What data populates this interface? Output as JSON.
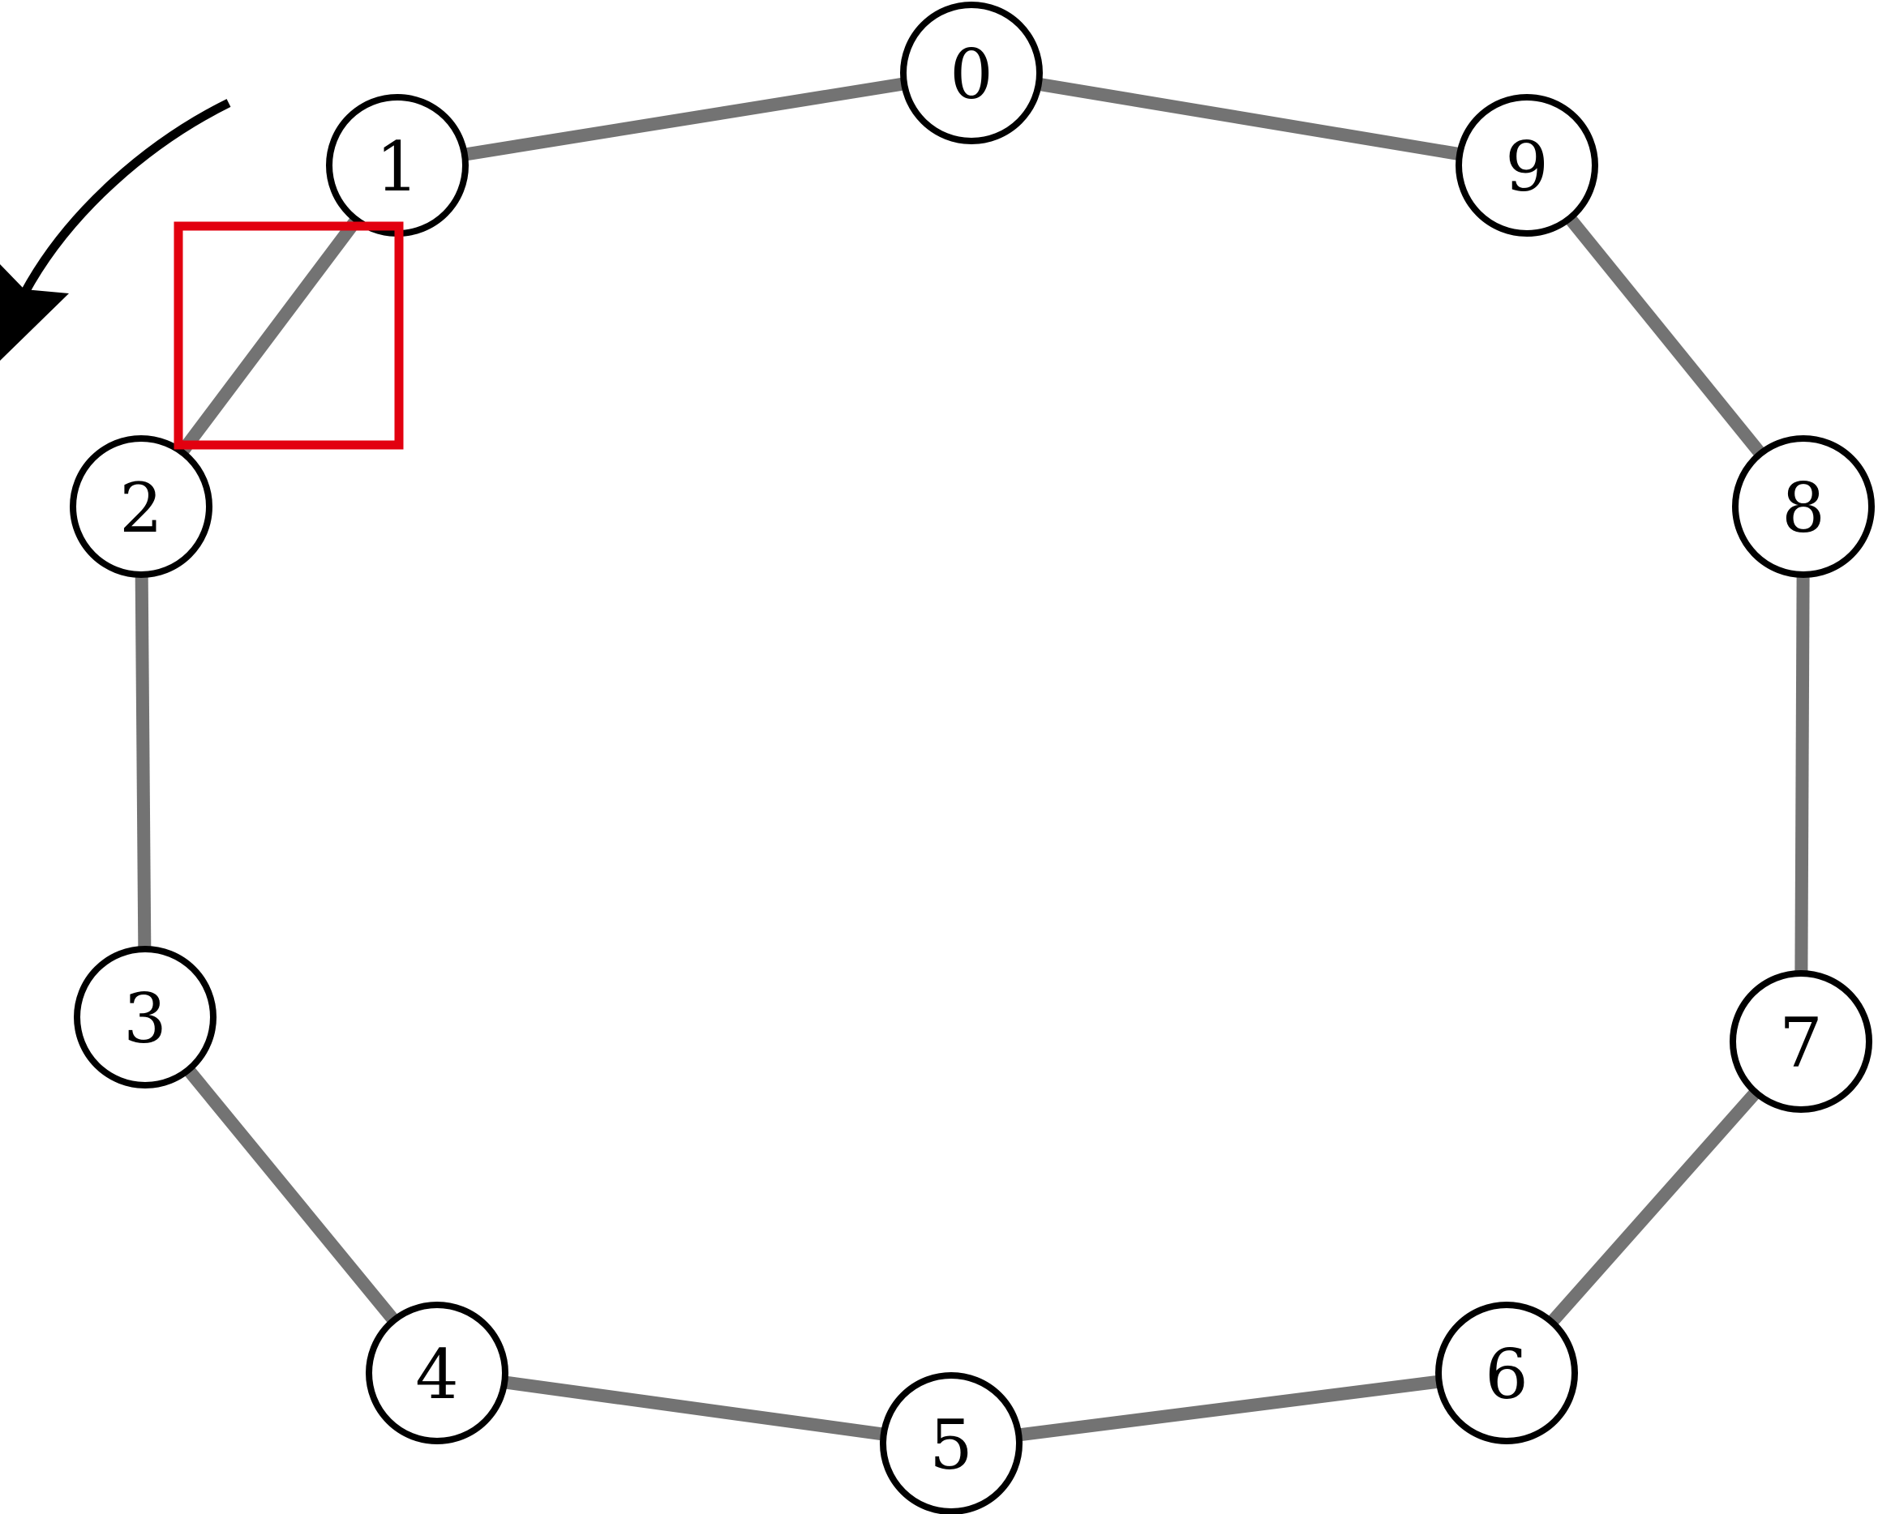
{
  "nodes": [
    {
      "id": "0",
      "label": "0"
    },
    {
      "id": "1",
      "label": "1"
    },
    {
      "id": "2",
      "label": "2"
    },
    {
      "id": "3",
      "label": "3"
    },
    {
      "id": "4",
      "label": "4"
    },
    {
      "id": "5",
      "label": "5"
    },
    {
      "id": "6",
      "label": "6"
    },
    {
      "id": "7",
      "label": "7"
    },
    {
      "id": "8",
      "label": "8"
    },
    {
      "id": "9",
      "label": "9"
    }
  ],
  "edges": [
    [
      "0",
      "1"
    ],
    [
      "1",
      "2"
    ],
    [
      "2",
      "3"
    ],
    [
      "3",
      "4"
    ],
    [
      "4",
      "5"
    ],
    [
      "5",
      "6"
    ],
    [
      "6",
      "7"
    ],
    [
      "7",
      "8"
    ],
    [
      "8",
      "9"
    ],
    [
      "9",
      "0"
    ]
  ],
  "highlighted_edge": [
    "1",
    "2"
  ],
  "rotation_arrow_direction": "counter-clockwise",
  "colors": {
    "edge": "#737373",
    "node_fill": "#ffffff",
    "node_stroke": "#000000",
    "highlight": "#e2000f",
    "arrow": "#000000"
  }
}
